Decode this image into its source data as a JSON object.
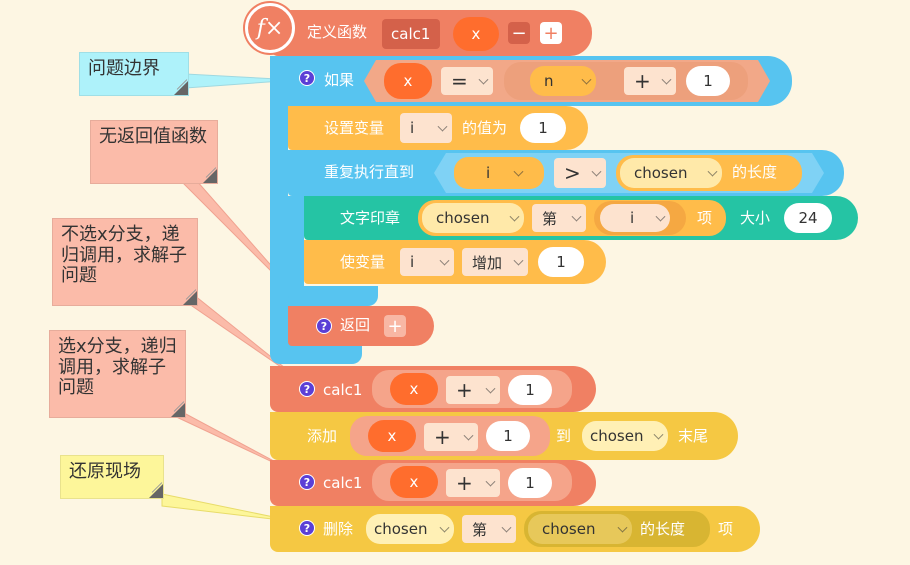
{
  "colors": {
    "blue": "#57c4f0",
    "define_red": "#f08063",
    "orange": "#ffbc4a",
    "teal": "#25c4a4",
    "yellow": "#f5c843",
    "note_blue": "#aef2fa",
    "note_pink": "#fbbba9",
    "note_yellow": "#fdf69a"
  },
  "define_block": {
    "icon": "function-icon",
    "icon_text": "f×",
    "label": "定义函数",
    "name": "calc1",
    "param": "x",
    "minus_label": "−",
    "plus_label": "+"
  },
  "if_block": {
    "label": "如果",
    "left_var": "x",
    "operator": "=",
    "inner_var": "n",
    "inner_op": "+",
    "inner_num": "1"
  },
  "set_block": {
    "label": "设置变量",
    "var": "i",
    "mid": "的值为",
    "value": "1"
  },
  "repeat_block": {
    "label": "重复执行直到",
    "var": "i",
    "op": ">",
    "list": "chosen",
    "suffix": "的长度"
  },
  "stamp_block": {
    "label": "文字印章",
    "list": "chosen",
    "index_label": "第",
    "index_var": "i",
    "item_label": "项",
    "size_label": "大小",
    "size": "24"
  },
  "change_block": {
    "label": "使变量",
    "var": "i",
    "op": "增加",
    "value": "1"
  },
  "return_block": {
    "label": "返回",
    "plus_label": "+"
  },
  "call_block_1": {
    "name": "calc1",
    "arg": "x",
    "op": "+",
    "num": "1"
  },
  "add_block": {
    "label": "添加",
    "arg": "x",
    "op": "+",
    "num": "1",
    "to_label": "到",
    "list": "chosen",
    "suffix": "末尾"
  },
  "call_block_2": {
    "name": "calc1",
    "arg": "x",
    "op": "+",
    "num": "1"
  },
  "delete_block": {
    "label": "删除",
    "list": "chosen",
    "index_label": "第",
    "inner_list": "chosen",
    "inner_suffix": "的长度",
    "item_label": "项"
  },
  "help_text": "?",
  "notes": {
    "boundary": "问题边界",
    "no_return": "无返回值函数",
    "not_choose": "不选x分支，递归调用，求解子问题",
    "choose": "选x分支，递归调用，求解子问题",
    "restore": "还原现场"
  }
}
